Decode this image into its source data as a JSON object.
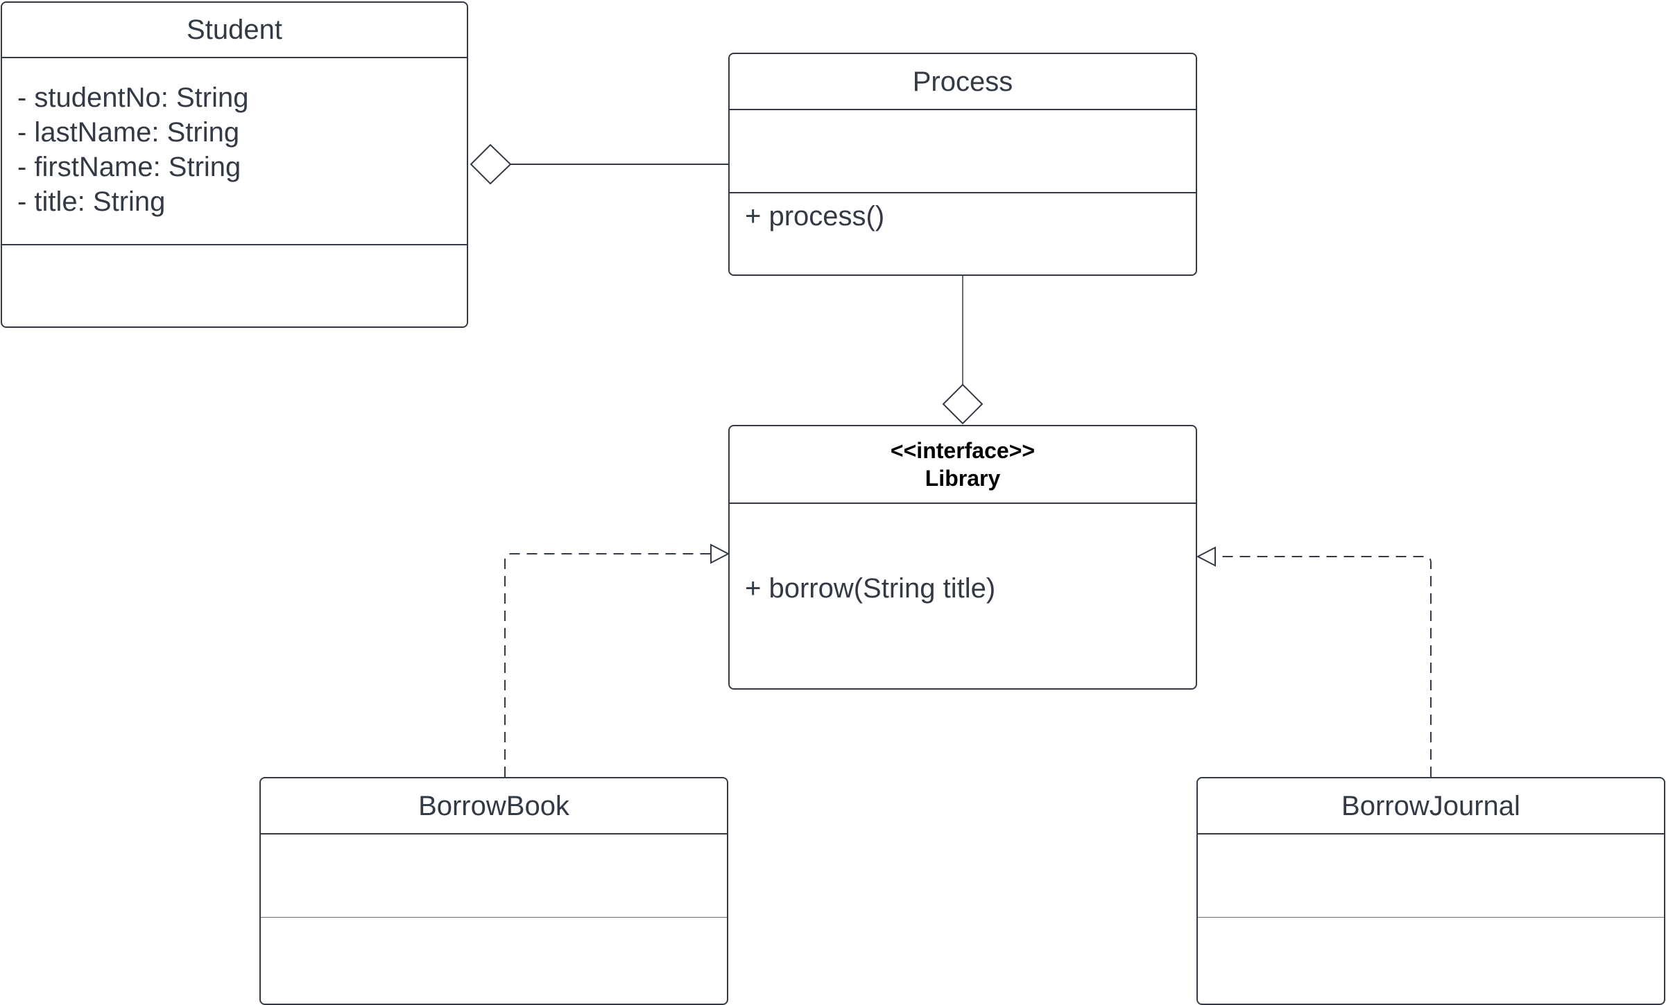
{
  "classes": {
    "student": {
      "name": "Student",
      "attributes": [
        "- studentNo: String",
        "- lastName: String",
        "- firstName: String",
        "- title: String"
      ],
      "methods": []
    },
    "process": {
      "name": "Process",
      "attributes": [],
      "methods": [
        "+ process()"
      ]
    },
    "library": {
      "stereotype": "<<interface>>",
      "name": "Library",
      "methods": [
        "+ borrow(String title)"
      ]
    },
    "borrow_book": {
      "name": "BorrowBook",
      "attributes": [],
      "methods": []
    },
    "borrow_journal": {
      "name": "BorrowJournal",
      "attributes": [],
      "methods": []
    }
  },
  "relationships": [
    {
      "type": "aggregation",
      "whole": "Student",
      "part": "Process"
    },
    {
      "type": "aggregation",
      "whole": "Library",
      "part": "Process"
    },
    {
      "type": "realization",
      "from": "BorrowBook",
      "to": "Library"
    },
    {
      "type": "realization",
      "from": "BorrowJournal",
      "to": "Library"
    }
  ],
  "colors": {
    "stroke": "#333a45",
    "text": "#333a45",
    "stereotype_text": "#000000",
    "background": "#ffffff"
  }
}
